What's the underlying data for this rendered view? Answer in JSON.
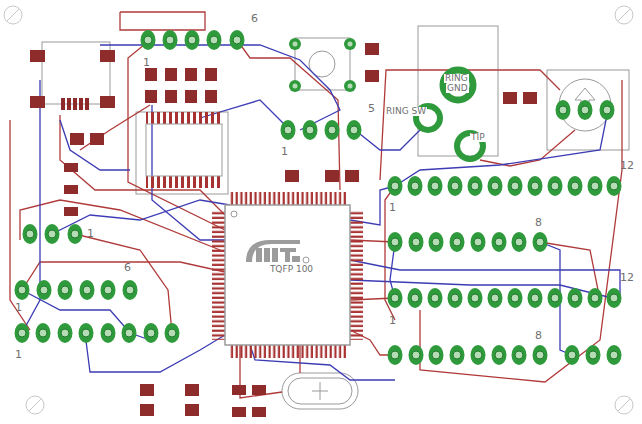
{
  "diagram": {
    "nodes": [
      {
        "text": [
          "TQFP 100"
        ]
      }
    ],
    "labels": [
      "6",
      "1",
      "5",
      "1",
      "RING",
      "GND",
      "RING SW",
      "TIP",
      "12",
      "1",
      "8",
      "1",
      "6",
      "12",
      "1",
      "1",
      "8",
      "1"
    ]
  }
}
